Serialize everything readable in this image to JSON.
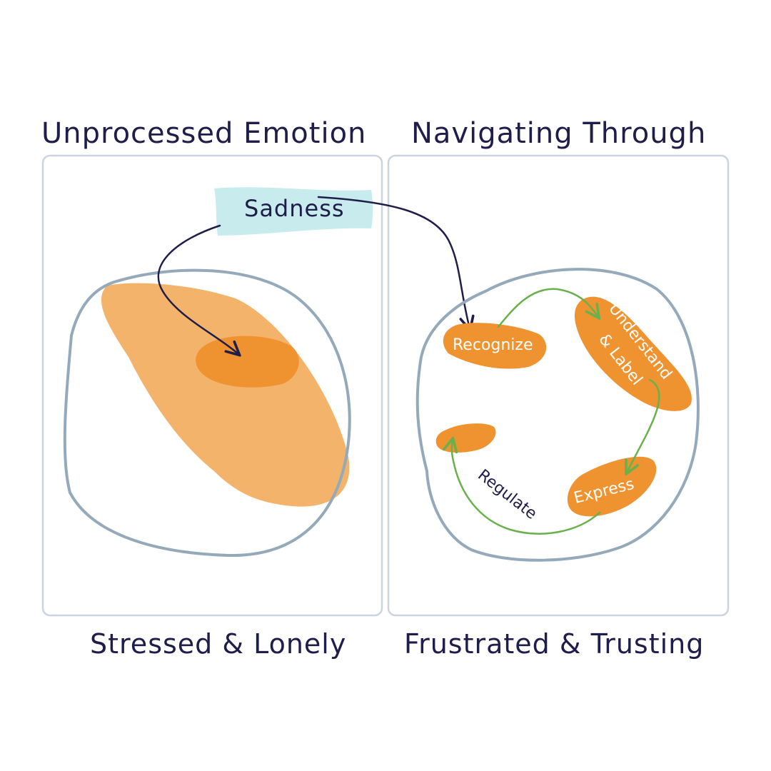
{
  "left_panel": {
    "heading": "Unprocessed Emotion",
    "caption": "Stressed & Lonely"
  },
  "right_panel": {
    "heading": "Navigating Through",
    "caption": "Frustrated & Trusting"
  },
  "emotion_tag": "Sadness",
  "steps": {
    "recognize": "Recognize",
    "understand": "Understand",
    "label": "& Label",
    "express": "Express",
    "regulate": "Regulate"
  },
  "colors": {
    "ink": "#1f1d4a",
    "panel_border": "#cbd5df",
    "container_ring": "#94aabb",
    "blob_light": "#f3b36a",
    "blob_dark": "#ef9330",
    "tag_bg": "#c8ecee",
    "cycle_arrow": "#6ab04c"
  }
}
